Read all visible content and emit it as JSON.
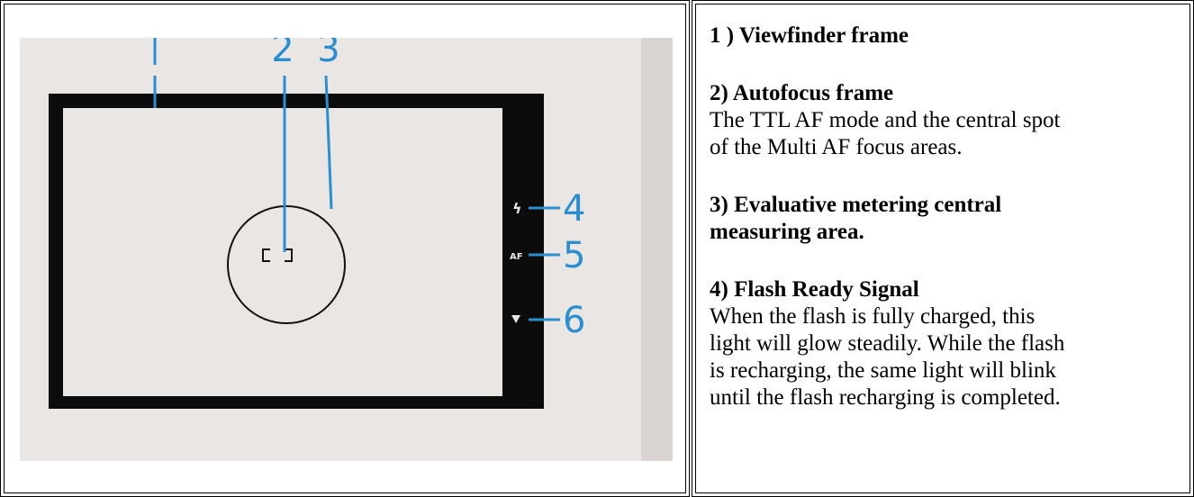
{
  "figure": {
    "callout_numbers": [
      "1",
      "2",
      "3",
      "4",
      "5",
      "6"
    ],
    "indicator_icons": [
      "flash-icon",
      "af-icon",
      "triangle-down-icon"
    ],
    "indicator_labels": {
      "flash": "ϟ",
      "af": "AF"
    }
  },
  "items": [
    {
      "title": "1 ) Viewfinder frame",
      "body": []
    },
    {
      "title": "2) Autofocus frame",
      "body": [
        "The TTL AF mode and the central spot",
        "of the Multi AF focus areas."
      ]
    },
    {
      "title": "3) Evaluative metering central",
      "title2": "measuring area.",
      "body": []
    },
    {
      "title": "4) Flash Ready Signal",
      "body": [
        "When the flash is fully charged, this",
        "light will glow steadily. While the flash",
        "is recharging, the same light will blink",
        "until the flash recharging is completed."
      ]
    }
  ],
  "colors": {
    "page_background": "#e9e6e4",
    "callout_blue": "#2a8fd0",
    "frame_black": "#0c0c0c"
  }
}
